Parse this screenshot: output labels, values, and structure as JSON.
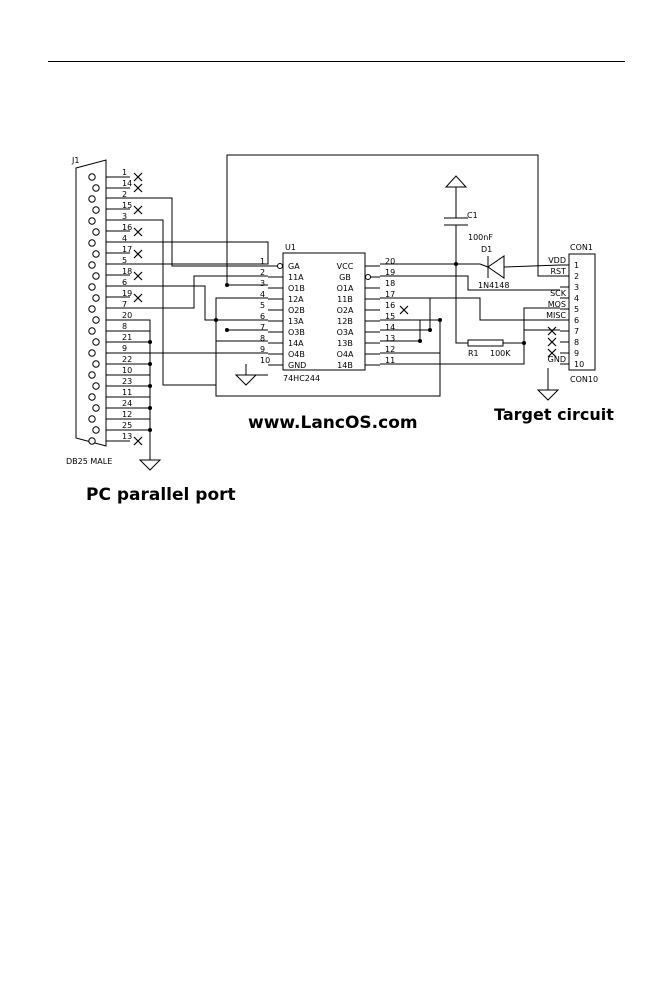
{
  "db25": {
    "ref": "J1",
    "name": "DB25 MALE",
    "pins": [
      "1",
      "14",
      "2",
      "15",
      "3",
      "16",
      "4",
      "17",
      "5",
      "18",
      "6",
      "19",
      "7",
      "20",
      "8",
      "21",
      "9",
      "22",
      "10",
      "23",
      "11",
      "24",
      "12",
      "25",
      "13"
    ]
  },
  "ic": {
    "ref": "U1",
    "part": "74HC244",
    "left_pins": [
      {
        "num": "1",
        "name": "GA"
      },
      {
        "num": "2",
        "name": "11A"
      },
      {
        "num": "3",
        "name": "O1B"
      },
      {
        "num": "4",
        "name": "12A"
      },
      {
        "num": "5",
        "name": "O2B"
      },
      {
        "num": "6",
        "name": "13A"
      },
      {
        "num": "7",
        "name": "O3B"
      },
      {
        "num": "8",
        "name": "14A"
      },
      {
        "num": "9",
        "name": "O4B"
      },
      {
        "num": "10",
        "name": "GND"
      }
    ],
    "right_pins": [
      {
        "num": "20",
        "name": "VCC"
      },
      {
        "num": "19",
        "name": "GB"
      },
      {
        "num": "18",
        "name": "O1A"
      },
      {
        "num": "17",
        "name": "11B"
      },
      {
        "num": "16",
        "name": "O2A"
      },
      {
        "num": "15",
        "name": "12B"
      },
      {
        "num": "14",
        "name": "O3A"
      },
      {
        "num": "13",
        "name": "13B"
      },
      {
        "num": "12",
        "name": "O4A"
      },
      {
        "num": "11",
        "name": "14B"
      }
    ]
  },
  "capacitor": {
    "ref": "C1",
    "value": "100nF"
  },
  "diode": {
    "ref": "D1",
    "value": "1N4148"
  },
  "resistor": {
    "ref": "R1",
    "value": "100K"
  },
  "connector": {
    "ref": "CON1",
    "name": "CON10",
    "pins": [
      "1",
      "2",
      "3",
      "4",
      "5",
      "6",
      "7",
      "8",
      "9",
      "10"
    ],
    "signals": [
      "VDD",
      "RST",
      "SCK",
      "MOS",
      "MISC",
      "GND"
    ]
  },
  "labels": {
    "website": "www.LancOS.com",
    "target": "Target circuit",
    "pc_port": "PC parallel port"
  }
}
